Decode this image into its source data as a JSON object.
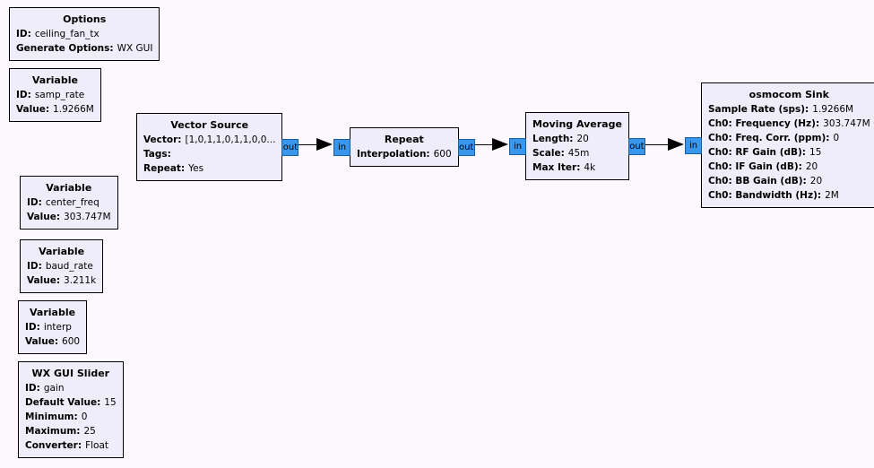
{
  "colors": {
    "canvas_bg": "#fdf8fd",
    "block_bg": "#f0edfa",
    "block_border": "#000000",
    "port_bg": "#3a97ee",
    "port_border": "#1a5c99",
    "wire": "#000000"
  },
  "ports": {
    "in_label": "in",
    "out_label": "out"
  },
  "blocks": {
    "options": {
      "title": "Options",
      "params": [
        {
          "label": "ID:",
          "value": "ceiling_fan_tx"
        },
        {
          "label": "Generate Options:",
          "value": "WX GUI"
        }
      ]
    },
    "var_samp_rate": {
      "title": "Variable",
      "params": [
        {
          "label": "ID:",
          "value": "samp_rate"
        },
        {
          "label": "Value:",
          "value": "1.9266M"
        }
      ]
    },
    "var_center_freq": {
      "title": "Variable",
      "params": [
        {
          "label": "ID:",
          "value": "center_freq"
        },
        {
          "label": "Value:",
          "value": "303.747M"
        }
      ]
    },
    "var_baud_rate": {
      "title": "Variable",
      "params": [
        {
          "label": "ID:",
          "value": "baud_rate"
        },
        {
          "label": "Value:",
          "value": "3.211k"
        }
      ]
    },
    "var_interp": {
      "title": "Variable",
      "params": [
        {
          "label": "ID:",
          "value": "interp"
        },
        {
          "label": "Value:",
          "value": "600"
        }
      ]
    },
    "wx_gui_slider": {
      "title": "WX GUI Slider",
      "params": [
        {
          "label": "ID:",
          "value": "gain"
        },
        {
          "label": "Default Value:",
          "value": "15"
        },
        {
          "label": "Minimum:",
          "value": "0"
        },
        {
          "label": "Maximum:",
          "value": "25"
        },
        {
          "label": "Converter:",
          "value": "Float"
        }
      ]
    },
    "vector_source": {
      "title": "Vector Source",
      "params": [
        {
          "label": "Vector:",
          "value": "[1,0,1,1,0,1,1,0,0..."
        },
        {
          "label": "Tags:",
          "value": ""
        },
        {
          "label": "Repeat:",
          "value": "Yes"
        }
      ]
    },
    "repeat": {
      "title": "Repeat",
      "params": [
        {
          "label": "Interpolation:",
          "value": "600"
        }
      ]
    },
    "moving_average": {
      "title": "Moving Average",
      "params": [
        {
          "label": "Length:",
          "value": "20"
        },
        {
          "label": "Scale:",
          "value": "45m"
        },
        {
          "label": "Max Iter:",
          "value": "4k"
        }
      ]
    },
    "osmocom_sink": {
      "title": "osmocom Sink",
      "params": [
        {
          "label": "Sample Rate (sps):",
          "value": "1.9266M"
        },
        {
          "label": "Ch0: Frequency (Hz):",
          "value": "303.747M"
        },
        {
          "label": "Ch0: Freq. Corr. (ppm):",
          "value": "0"
        },
        {
          "label": "Ch0: RF Gain (dB):",
          "value": "15"
        },
        {
          "label": "Ch0: IF Gain (dB):",
          "value": "20"
        },
        {
          "label": "Ch0: BB Gain (dB):",
          "value": "20"
        },
        {
          "label": "Ch0: Bandwidth (Hz):",
          "value": "2M"
        }
      ]
    }
  }
}
